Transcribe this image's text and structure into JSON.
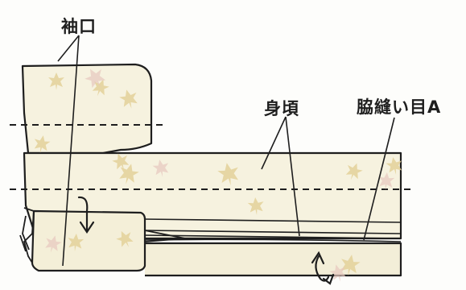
{
  "labels": {
    "cuff": "袖口",
    "body": "身頃",
    "seam": "脇縫い目A"
  },
  "colors": {
    "ink": "#1e1e1e",
    "fabric": "#f6f2df",
    "fabric_shade": "#efe9cf",
    "leaf": "#e4d29a",
    "leaf_pink": "#e7c7bf",
    "background": "#fdfdfb"
  },
  "icons": [
    "maple-leaf-icon",
    "fold-down-arrow-icon",
    "double-arrow-icon"
  ]
}
